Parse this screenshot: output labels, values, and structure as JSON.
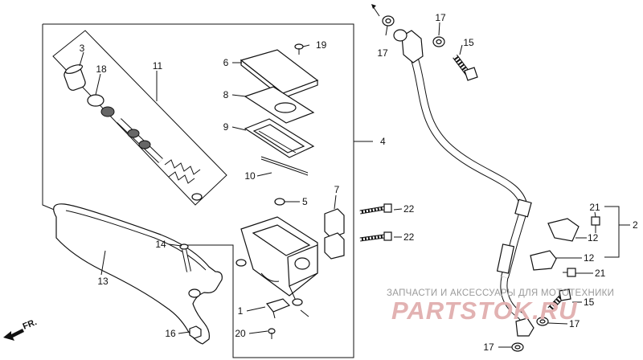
{
  "callouts": {
    "c1": "1",
    "c2": "2",
    "c3": "3",
    "c4": "4",
    "c5": "5",
    "c6": "6",
    "c7": "7",
    "c8": "8",
    "c9": "9",
    "c10": "10",
    "c11": "11",
    "c12a": "12",
    "c12b": "12",
    "c13": "13",
    "c14": "14",
    "c15a": "15",
    "c15b": "15",
    "c16": "16",
    "c17a": "17",
    "c17b": "17",
    "c17c": "17",
    "c17d": "17",
    "c18": "18",
    "c19": "19",
    "c20": "20",
    "c21a": "21",
    "c21b": "21",
    "c22a": "22",
    "c22b": "22"
  },
  "watermark": {
    "line1": "ЗАПЧАСТИ И АКСЕССУАРЫ ДЛЯ МОТОТЕХНИКИ",
    "line2": "PARTSTOK.RU"
  },
  "direction_label": "FR.",
  "colors": {
    "line": "#111111",
    "watermark_red": "#e2b2b2",
    "watermark_gray": "#9a9a9a"
  }
}
